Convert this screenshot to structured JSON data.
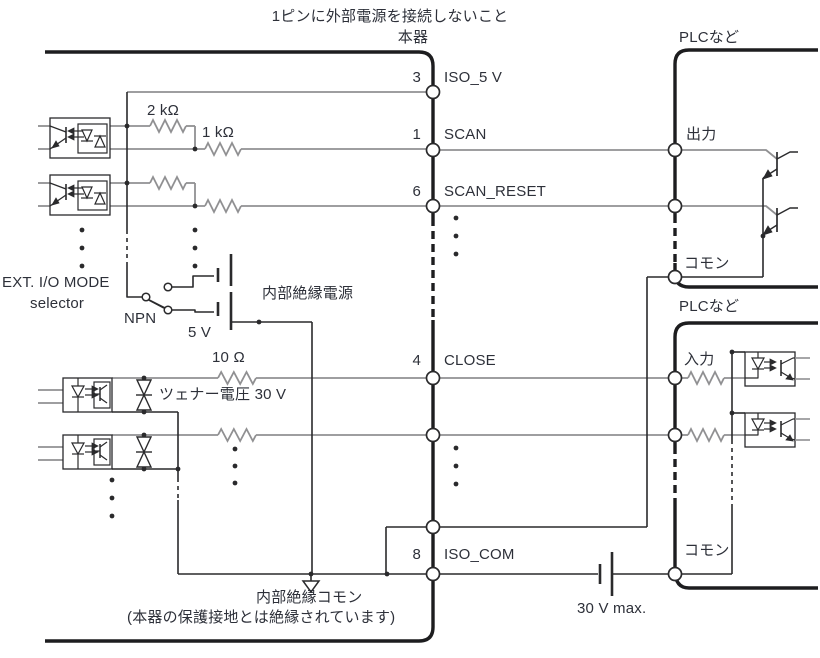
{
  "title_note": "1ピンに外部電源を接続しないこと",
  "instrument": {
    "label": "本器"
  },
  "plc": {
    "top_label": "PLCなど",
    "bottom_label": "PLCなど",
    "output_label": "出力",
    "input_label": "入力",
    "common_top_label": "コモン",
    "common_bottom_label": "コモン"
  },
  "pins": [
    {
      "num": "3",
      "name": "ISO_5 V"
    },
    {
      "num": "1",
      "name": "SCAN"
    },
    {
      "num": "6",
      "name": "SCAN_RESET"
    },
    {
      "num": "4",
      "name": "CLOSE"
    },
    {
      "num": "8",
      "name": "ISO_COM"
    }
  ],
  "labels": {
    "r2k": "2 kΩ",
    "r1k": "1 kΩ",
    "r10": "10 Ω",
    "zener": "ツェナー電圧 30 V",
    "ext_io_line1": "EXT. I/O MODE",
    "ext_io_line2": "selector",
    "npn": "NPN",
    "v5": "5 V",
    "internal_supply": "内部絶縁電源",
    "internal_common": "内部絶縁コモン",
    "internal_common_note": "(本器の保護接地とは絶縁されています)",
    "vmax": "30 V max."
  },
  "colors": {
    "thick_line": "#1d1d1f",
    "thin_line": "#2a2a2c",
    "gray_wire": "#909092",
    "text": "#2d3039"
  }
}
